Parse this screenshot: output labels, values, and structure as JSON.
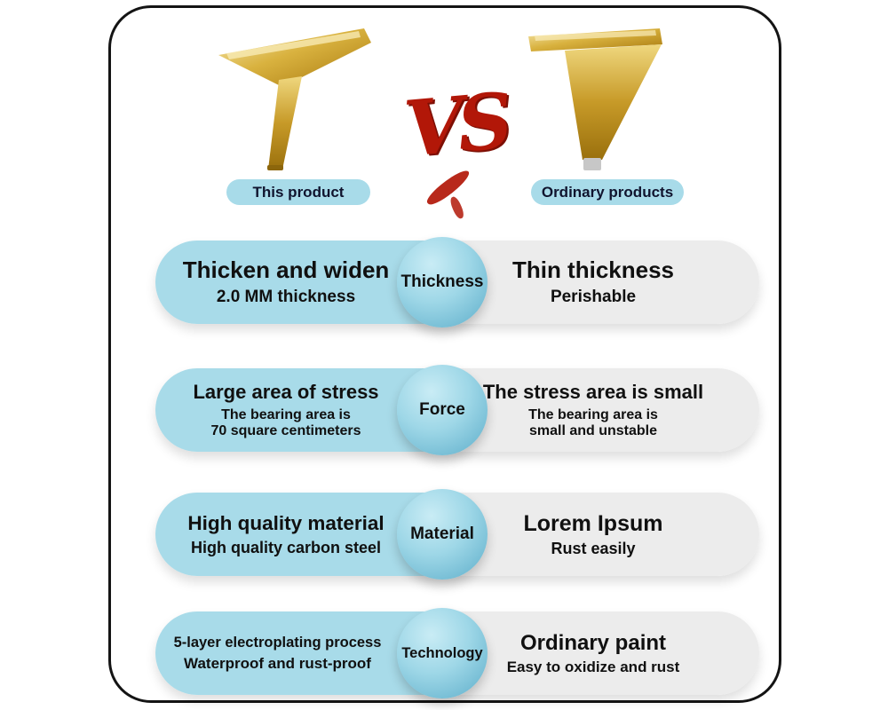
{
  "header": {
    "left_label": "This product",
    "right_label": "Ordinary products",
    "vs_text": "VS"
  },
  "rows": [
    {
      "category": "Thickness",
      "left_title": "Thicken and widen",
      "left_sub": "2.0 MM thickness",
      "right_title": "Thin thickness",
      "right_sub": "Perishable"
    },
    {
      "category": "Force",
      "left_title": "Large area of stress",
      "left_sub": "The bearing area is\n70 square centimeters",
      "right_title": "The stress area is small",
      "right_sub": "The bearing area is\nsmall and unstable"
    },
    {
      "category": "Material",
      "left_title": "High quality material",
      "left_sub": "High quality carbon steel",
      "right_title": "Lorem Ipsum",
      "right_sub": "Rust easily"
    },
    {
      "category": "Technology",
      "left_title": "5-layer electroplating process",
      "left_sub": "Waterproof and rust-proof",
      "right_title": "Ordinary paint",
      "right_sub": "Easy to oxidize and rust"
    }
  ],
  "colors": {
    "accent_blue": "#a8dbe9",
    "circle_blue": "#74bcd4",
    "neutral_gray": "#ececec",
    "vs_red": "#b21708",
    "gold": "#d4af37"
  }
}
